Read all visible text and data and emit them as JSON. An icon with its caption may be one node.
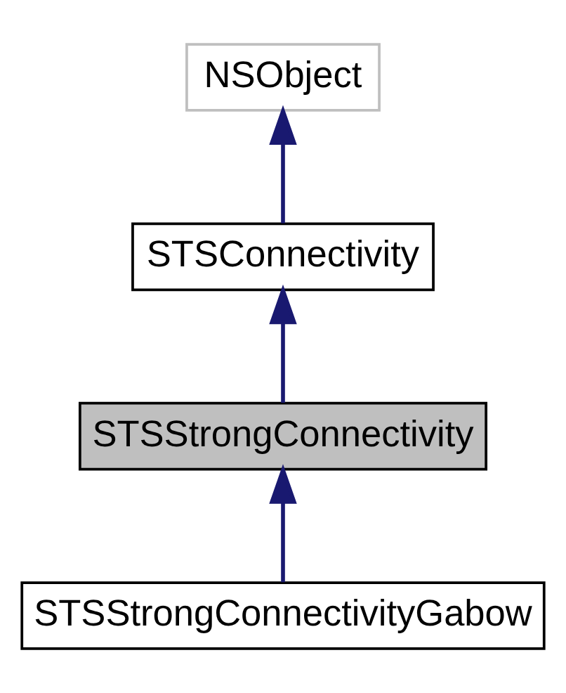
{
  "diagram": {
    "nodes": [
      {
        "text": [
          "NSObject"
        ]
      },
      {
        "text": [
          "STSConnectivity"
        ]
      },
      {
        "text": [
          "STSStrongConnectivity"
        ]
      },
      {
        "text": [
          "STSStrongConnectivityGabow"
        ]
      }
    ],
    "edges": [
      {
        "from": 1,
        "to": 0,
        "arrow": "to"
      },
      {
        "from": 2,
        "to": 1,
        "arrow": "to"
      },
      {
        "from": 3,
        "to": 2,
        "arrow": "to"
      }
    ]
  }
}
